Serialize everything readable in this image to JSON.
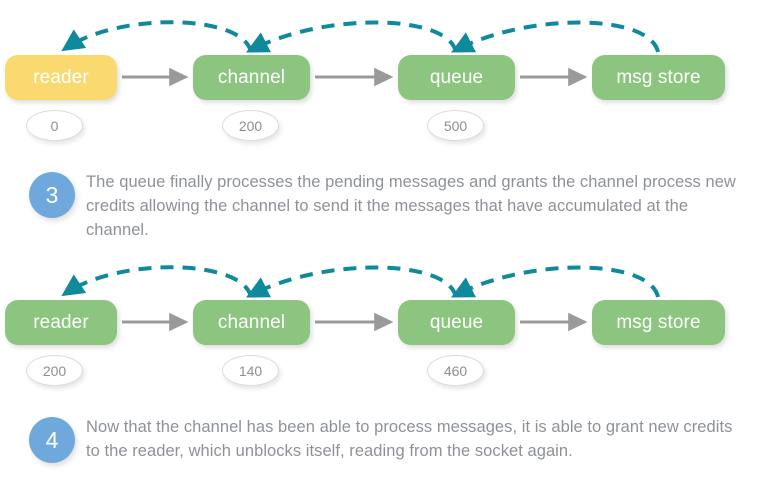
{
  "diagrams": [
    {
      "name": "credit-flow-state-3",
      "nodes": [
        {
          "label": "reader",
          "color": "#fada6e",
          "state": "blocked"
        },
        {
          "label": "channel",
          "color": "#8cc57f",
          "state": "active"
        },
        {
          "label": "queue",
          "color": "#8cc57f",
          "state": "active"
        },
        {
          "label": "msg store",
          "color": "#8cc57f",
          "state": "active"
        }
      ],
      "credits": [
        "0",
        "200",
        "500"
      ],
      "flow_arrows": [
        "reader-to-channel",
        "channel-to-queue",
        "queue-to-msg-store"
      ],
      "credit_arrows": [
        "channel-to-reader",
        "queue-to-channel",
        "msg-store-to-queue"
      ]
    },
    {
      "name": "credit-flow-state-4",
      "nodes": [
        {
          "label": "reader",
          "color": "#8cc57f",
          "state": "active"
        },
        {
          "label": "channel",
          "color": "#8cc57f",
          "state": "active"
        },
        {
          "label": "queue",
          "color": "#8cc57f",
          "state": "active"
        },
        {
          "label": "msg store",
          "color": "#8cc57f",
          "state": "active"
        }
      ],
      "credits": [
        "200",
        "140",
        "460"
      ],
      "flow_arrows": [
        "reader-to-channel",
        "channel-to-queue",
        "queue-to-msg-store"
      ],
      "credit_arrows": [
        "channel-to-reader",
        "queue-to-channel",
        "msg-store-to-queue"
      ]
    }
  ],
  "steps": [
    {
      "number": "3",
      "text": "The queue finally processes the pending messages and grants the channel process new credits allowing the channel to send it the messages that have accumulated at the channel."
    },
    {
      "number": "4",
      "text": "Now that the channel has been able to process messages, it is able to grant new credits to the reader, which unblocks itself, reading from the socket again."
    }
  ],
  "colors": {
    "node_active": "#8cc57f",
    "node_blocked": "#fada6e",
    "credit_arrow": "#0e8a9c",
    "flow_arrow": "#9a9a9a",
    "step_circle": "#6fa8dc",
    "body_text": "#8d9298",
    "badge_text": "#8c8f94"
  }
}
